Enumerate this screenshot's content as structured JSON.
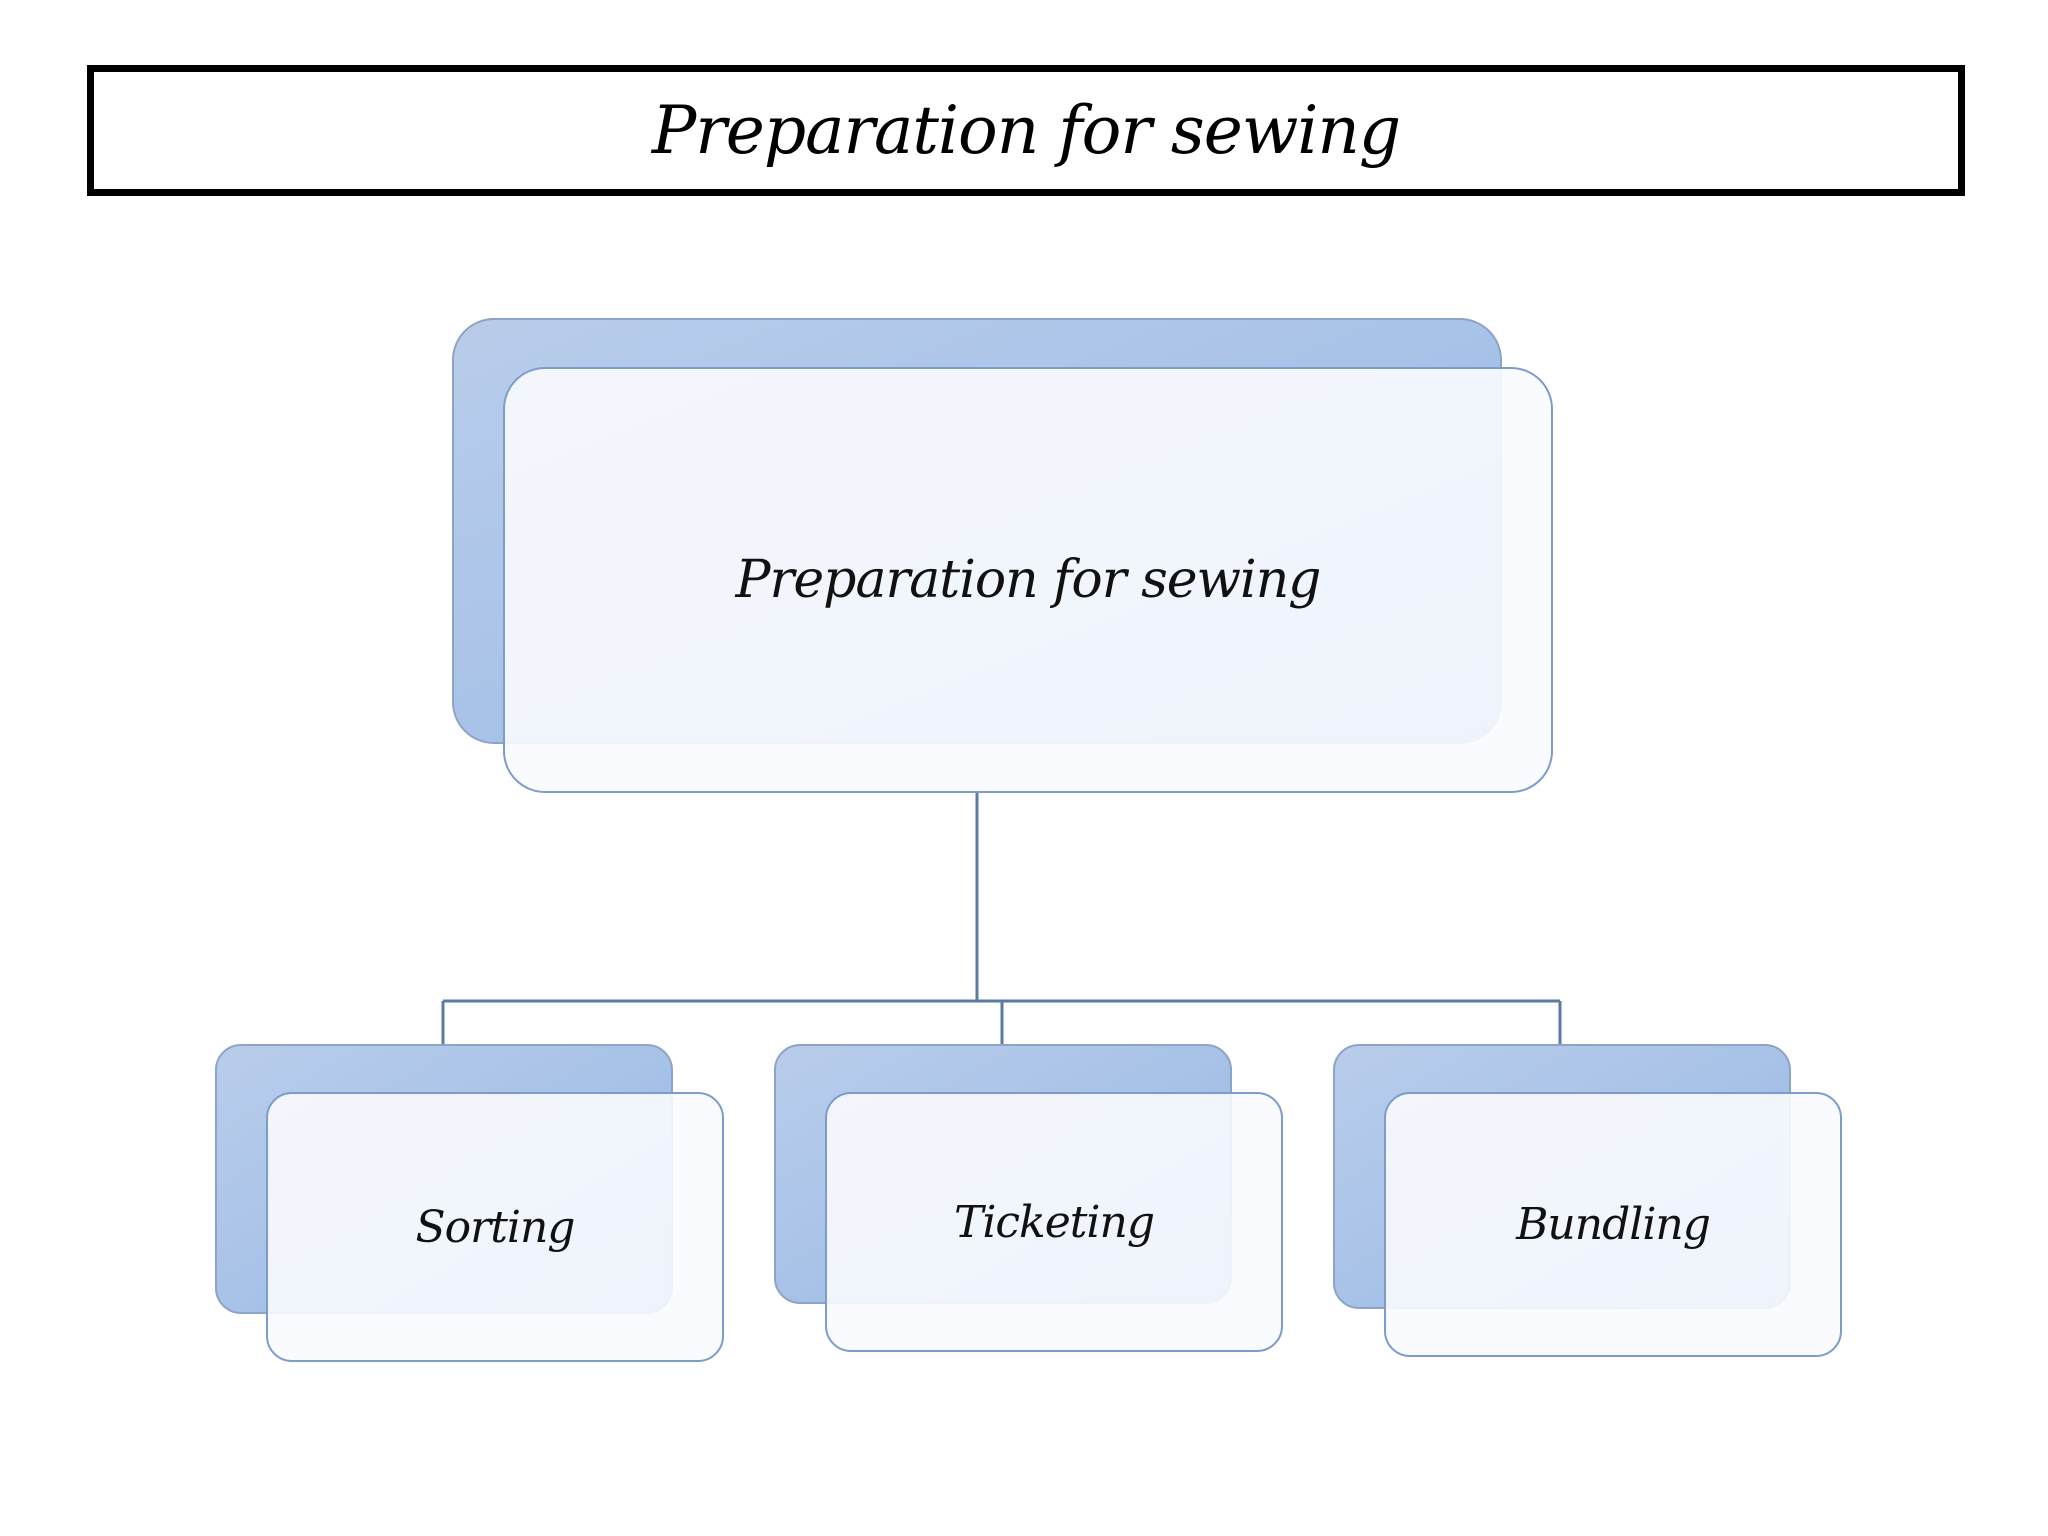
{
  "title": "Preparation for sewing",
  "colors": {
    "connector": "#5b7aa6",
    "node_back": "#a6c1e8",
    "node_front": "#fafbfe",
    "node_border": "#7c9ccb",
    "title_border": "#000000"
  },
  "hierarchy": {
    "root": {
      "label": "Preparation for sewing"
    },
    "children": [
      {
        "label": "Sorting"
      },
      {
        "label": "Ticketing"
      },
      {
        "label": "Bundling"
      }
    ]
  }
}
